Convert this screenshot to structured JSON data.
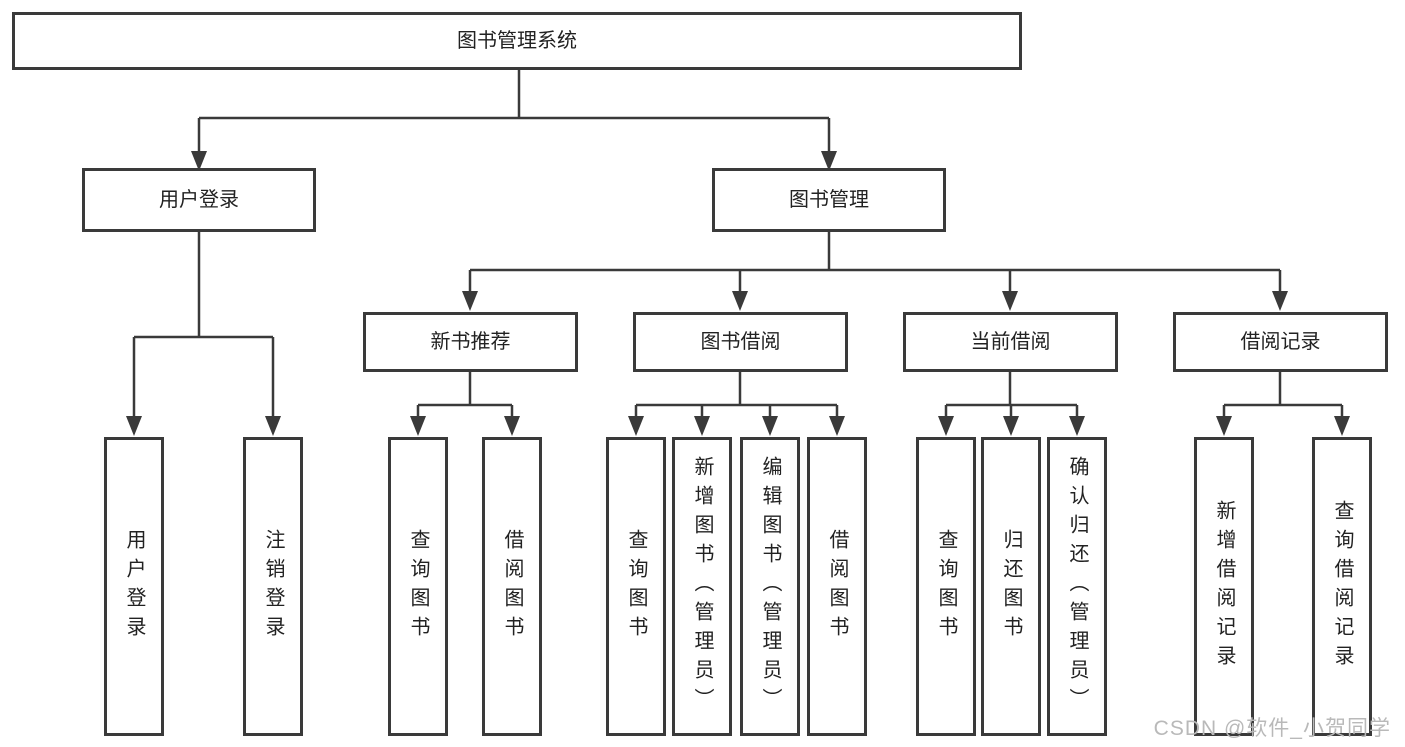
{
  "page": {
    "watermark": "CSDN @软件_小贺同学"
  },
  "colors": {
    "line": "#3a3a3a",
    "box_border": "#3a3a3a",
    "text": "#222222",
    "watermark": "#b9b9b9",
    "background": "#ffffff"
  },
  "tree": {
    "label": "图书管理系统",
    "children": [
      {
        "label": "用户登录",
        "children": [
          {
            "label": "用户登录"
          },
          {
            "label": "注销登录"
          }
        ]
      },
      {
        "label": "图书管理",
        "children": [
          {
            "label": "新书推荐",
            "children": [
              {
                "label": "查询图书"
              },
              {
                "label": "借阅图书"
              }
            ]
          },
          {
            "label": "图书借阅",
            "children": [
              {
                "label": "查询图书"
              },
              {
                "label": "新增图书（管理员）"
              },
              {
                "label": "编辑图书（管理员）"
              },
              {
                "label": "借阅图书"
              }
            ]
          },
          {
            "label": "当前借阅",
            "children": [
              {
                "label": "查询图书"
              },
              {
                "label": "归还图书"
              },
              {
                "label": "确认归还（管理员）"
              }
            ]
          },
          {
            "label": "借阅记录",
            "children": [
              {
                "label": "新增借阅记录"
              },
              {
                "label": "查询借阅记录"
              }
            ]
          }
        ]
      }
    ]
  }
}
